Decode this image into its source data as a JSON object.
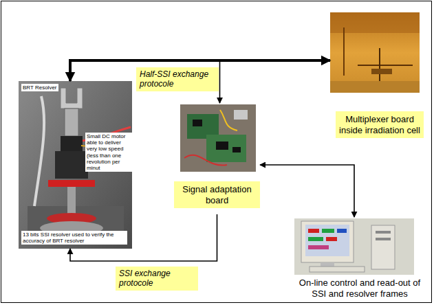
{
  "diagram": {
    "nodes": [
      {
        "text": [
          "BRT Resolver",
          "Small DC motor able to deliver very low speed (less than one revolution per minut",
          "13 bits SSI resolver used to verify the accuracy of BRT resolver"
        ]
      },
      {
        "text": [
          "Multiplexer board inside irradiation cell"
        ]
      },
      {
        "text": [
          "Signal adaptation board"
        ]
      },
      {
        "text": [
          "On-line control and read-out of SSI and resolver frames"
        ]
      }
    ],
    "edges": [
      {
        "from": 0,
        "to": 1,
        "arrow": "both",
        "label": "Half-SSI exchange protocole"
      },
      {
        "from": 1,
        "to": 2,
        "arrow": "to"
      },
      {
        "from": 2,
        "to": 3,
        "arrow": "both"
      },
      {
        "from": 2,
        "to": 0,
        "arrow": "to",
        "label": "SSI exchange protocole"
      }
    ]
  }
}
